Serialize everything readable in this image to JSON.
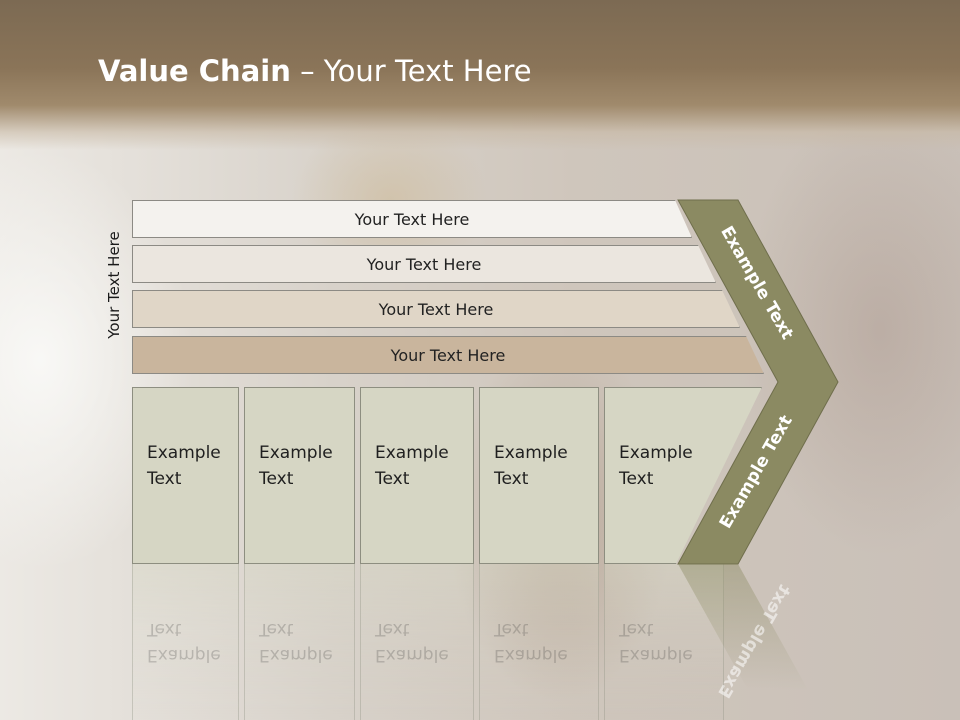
{
  "title": {
    "bold": "Value Chain",
    "rest": " – Your Text Here"
  },
  "side_label": "Your Text Here",
  "rows": [
    {
      "label": "Your Text Here"
    },
    {
      "label": "Your Text Here"
    },
    {
      "label": "Your Text Here"
    },
    {
      "label": "Your Text Here"
    }
  ],
  "boxes": [
    {
      "line1": "Example",
      "line2": "Text"
    },
    {
      "line1": "Example",
      "line2": "Text"
    },
    {
      "line1": "Example",
      "line2": "Text"
    },
    {
      "line1": "Example",
      "line2": "Text"
    },
    {
      "line1": "Example",
      "line2": "Text"
    }
  ],
  "chevron": {
    "top_label": "Example Text",
    "bottom_label": "Example Text"
  },
  "colors": {
    "header": "#8a7458",
    "chevron": "#8b8a62",
    "box": "#d6d6c4",
    "row_1": "#f4f2ee",
    "row_2": "#ebe6df",
    "row_3": "#e0d6c7",
    "row_4": "#c9b59d"
  }
}
